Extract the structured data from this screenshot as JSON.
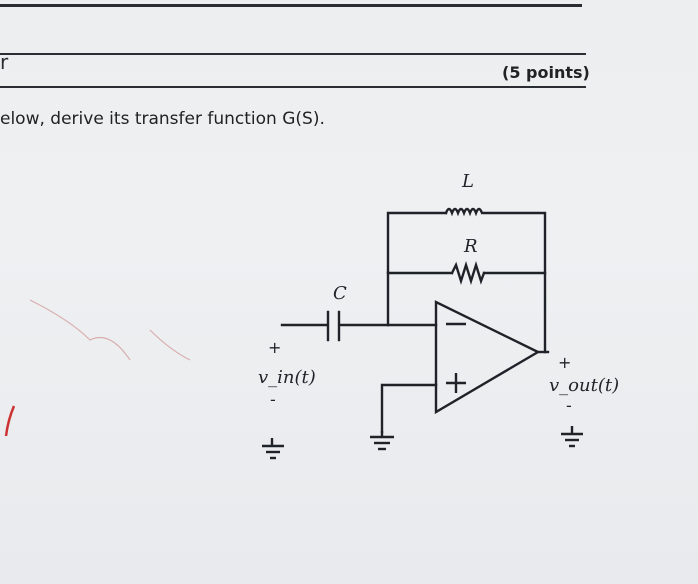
{
  "header": {
    "corner_glyph": "r",
    "points": "(5 points)"
  },
  "question": {
    "text": "elow, derive its transfer function G(S)."
  },
  "circuit": {
    "inductor_label": "L",
    "resistor_label": "R",
    "capacitor_label": "C",
    "input_plus": "+",
    "input_minus": "-",
    "input_voltage": "v_in(t)",
    "output_plus": "+",
    "output_minus": "-",
    "output_voltage": "v_out(t)",
    "opamp_inverting": "−",
    "opamp_noninverting": "+"
  }
}
